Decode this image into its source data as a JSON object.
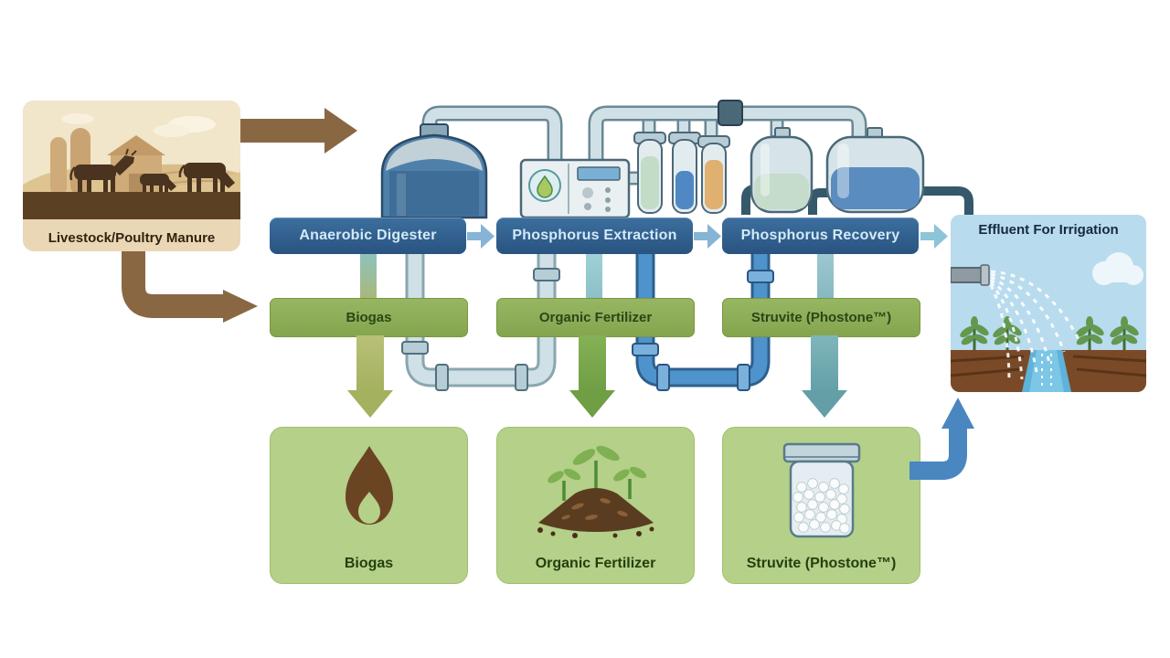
{
  "diagram": {
    "source": {
      "label": "Livestock/Poultry Manure"
    },
    "stages": [
      {
        "label": "Anaerobic Digester"
      },
      {
        "label": "Phosphorus Extraction"
      },
      {
        "label": "Phosphorus Recovery"
      }
    ],
    "destination": {
      "title": "Effluent For Irrigation"
    },
    "products": [
      {
        "label": "Biogas"
      },
      {
        "label": "Organic Fertilizer"
      },
      {
        "label": "Struvite (Phostone™)"
      }
    ],
    "outputs": [
      {
        "label": "Biogas",
        "icon": "flame-icon"
      },
      {
        "label": "Organic Fertilizer",
        "icon": "compost-sprouts-icon"
      },
      {
        "label": "Struvite (Phostone™)",
        "icon": "pellet-jar-icon"
      }
    ],
    "colors": {
      "stage_banner": "#2e5f8f",
      "product_box": "#8fb05c",
      "output_box": "#b5d088",
      "manure_arrow_brown": "#8a6743",
      "flow_arrow_blue": "#85b4d6",
      "pipe_light": "#cfe0e6",
      "pipe_dark_blue": "#4e93cc",
      "effluent_panel": "#b9dbee"
    }
  }
}
